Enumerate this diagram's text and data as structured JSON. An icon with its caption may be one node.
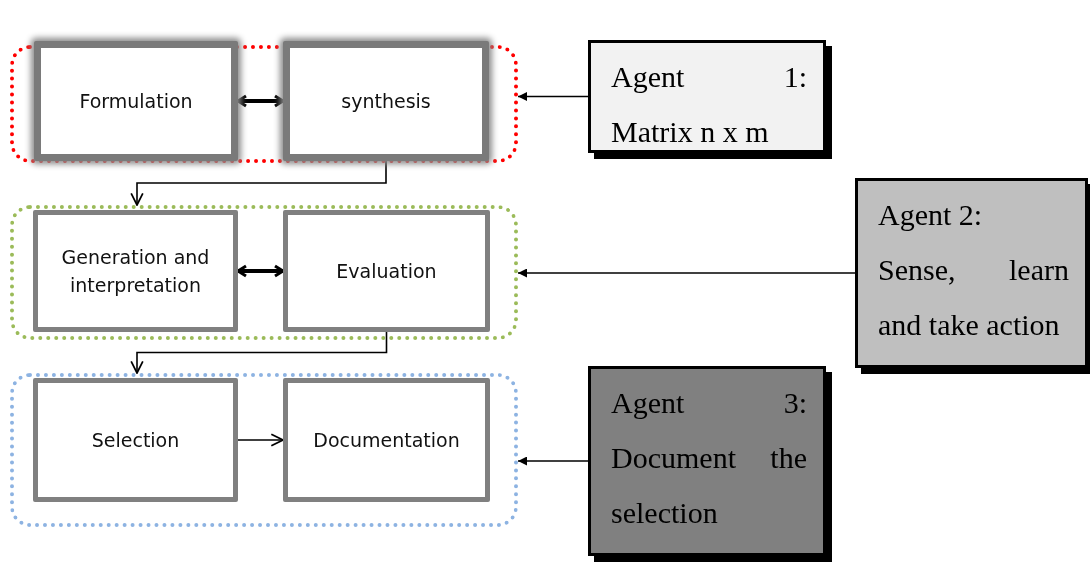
{
  "diagram": {
    "nodes": [
      {
        "text": [],
        "shape": "box"
      },
      {
        "text": [
          "Formulation"
        ],
        "in": 0
      },
      {
        "text": [
          "synthesis"
        ],
        "in": 0
      },
      {
        "text": [
          "Agent 1:",
          "Matrix n x m"
        ]
      },
      {
        "text": [],
        "shape": "box"
      },
      {
        "text": [
          "Generation and interpretation"
        ],
        "in": 4
      },
      {
        "text": [
          "Evaluation"
        ],
        "in": 4
      },
      {
        "text": [
          "Agent 2:",
          "Sense, learn and take action"
        ]
      },
      {
        "text": [],
        "shape": "box"
      },
      {
        "text": [
          "Selection"
        ],
        "in": 8
      },
      {
        "text": [
          "Documentation"
        ],
        "in": 8
      },
      {
        "text": [
          "Agent 3:",
          "Document the selection"
        ]
      }
    ],
    "edges": [
      {
        "from": 1,
        "to": 2,
        "arrow": "both",
        "style": "thick"
      },
      {
        "from": 2,
        "to": 4,
        "arrow": "to"
      },
      {
        "from": 5,
        "to": 6,
        "arrow": "both",
        "style": "thick"
      },
      {
        "from": 6,
        "to": 8,
        "arrow": "to"
      },
      {
        "from": 9,
        "to": 10,
        "arrow": "to"
      },
      {
        "from": 3,
        "to": 0,
        "arrow": "to"
      },
      {
        "from": 7,
        "to": 4,
        "arrow": "to"
      },
      {
        "from": 11,
        "to": 8,
        "arrow": "to"
      }
    ]
  }
}
